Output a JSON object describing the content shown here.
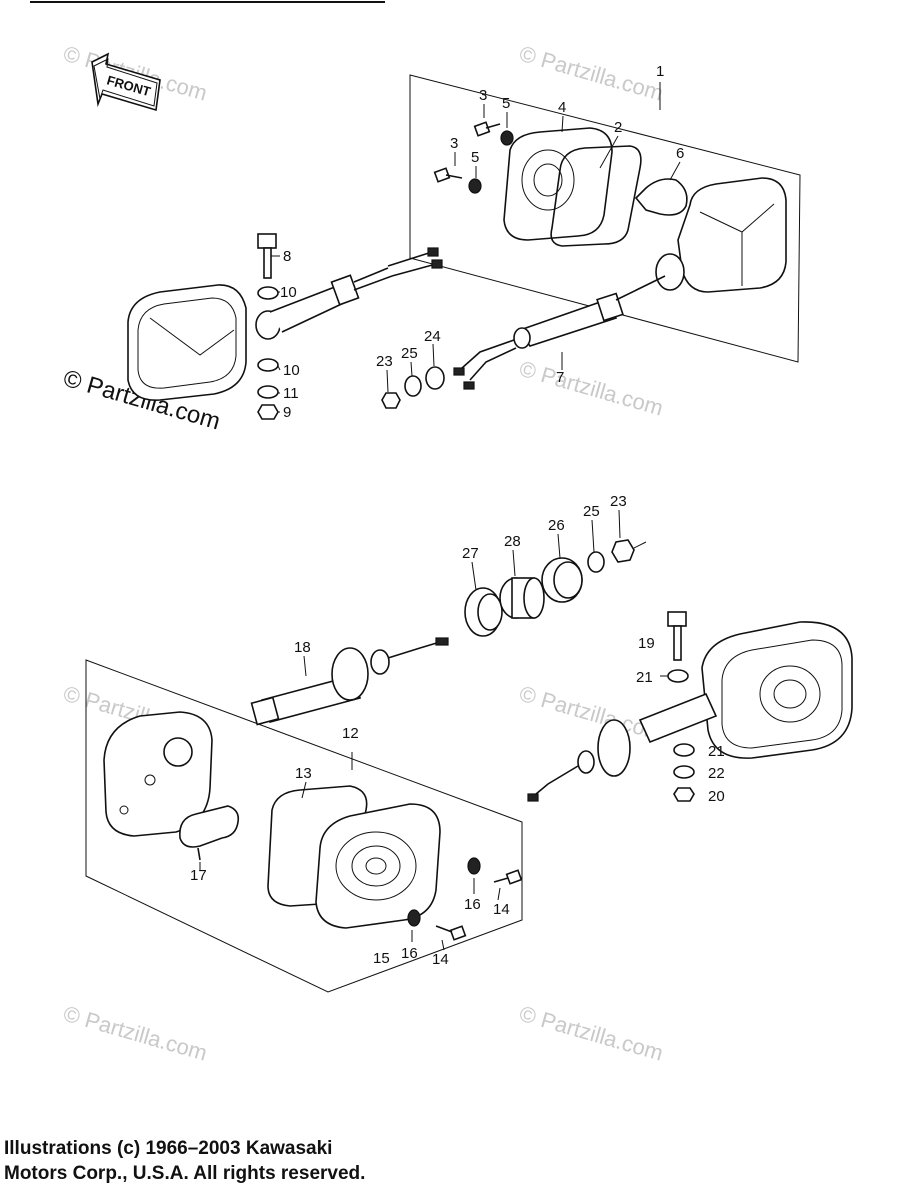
{
  "diagram": {
    "front_label": "FRONT",
    "watermark": "© Partzilla.com",
    "upper_callouts": {
      "n1": "1",
      "n2": "2",
      "n3a": "3",
      "n3b": "3",
      "n4": "4",
      "n5a": "5",
      "n5b": "5",
      "n6": "6",
      "n7": "7",
      "n8": "8",
      "n9": "9",
      "n10a": "10",
      "n10b": "10",
      "n11": "11",
      "n23": "23",
      "n24": "24",
      "n25": "25"
    },
    "lower_callouts": {
      "n12": "12",
      "n13": "13",
      "n14a": "14",
      "n14b": "14",
      "n15": "15",
      "n16a": "16",
      "n16b": "16",
      "n17": "17",
      "n18": "18",
      "n19": "19",
      "n20": "20",
      "n21a": "21",
      "n21b": "21",
      "n22": "22",
      "n23": "23",
      "n25": "25",
      "n26": "26",
      "n27": "27",
      "n28": "28"
    }
  },
  "footer": {
    "line1": "Illustrations (c) 1966–2003 Kawasaki",
    "line2": "Motors Corp., U.S.A.  All rights reserved."
  }
}
